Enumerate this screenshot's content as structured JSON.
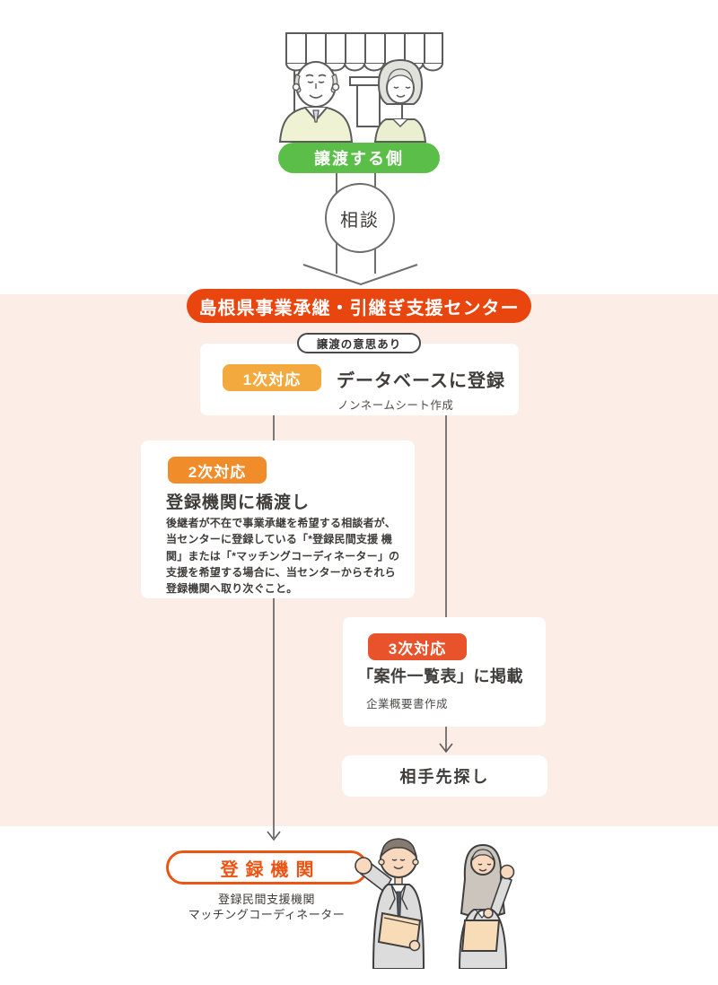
{
  "palette": {
    "background": "#FFFFFF",
    "band_pink": "#FCEDE7",
    "green_pill": "#5BBE49",
    "orange_main": "#E8450F",
    "orange_step1": "#F3A93D",
    "orange_step2": "#F08D2A",
    "orange_step3": "#E8532B",
    "orange_accent": "#EB5514",
    "text_dark": "#3F3C3A",
    "line_gray": "#6E6E6E"
  },
  "flow": {
    "transferor": {
      "label": "譲渡する側"
    },
    "consult": {
      "label": "相談"
    },
    "center": {
      "title": "島根県事業承継・引継ぎ支援センター"
    },
    "intent_badge": {
      "label": "譲渡の意思あり"
    },
    "step1": {
      "badge": "1次対応",
      "title": "データベースに登録",
      "note": "ノンネームシート作成"
    },
    "step2": {
      "badge": "2次対応",
      "title": "登録機関に橋渡し",
      "description": "後継者が不在で事業承継を希望する相談者が、当センターに登録している「*登録民間支援 機関」または「*マッチングコーディネーター」の支援を希望する場合に、当センターからそれら 登録機関へ取り次ぐこと。"
    },
    "step3": {
      "badge": "3次対応",
      "title": "「案件一覧表」に掲載",
      "note": "企業概要書作成"
    },
    "partner_search": {
      "label": "相手先探し"
    },
    "registered_org": {
      "label": "登録機関",
      "line1": "登録民間支援機関",
      "line2": "マッチングコーディネーター"
    }
  },
  "icons": {
    "storefront_couple": "storefront-couple-illustration",
    "businesspeople": "businesspeople-illustration"
  }
}
